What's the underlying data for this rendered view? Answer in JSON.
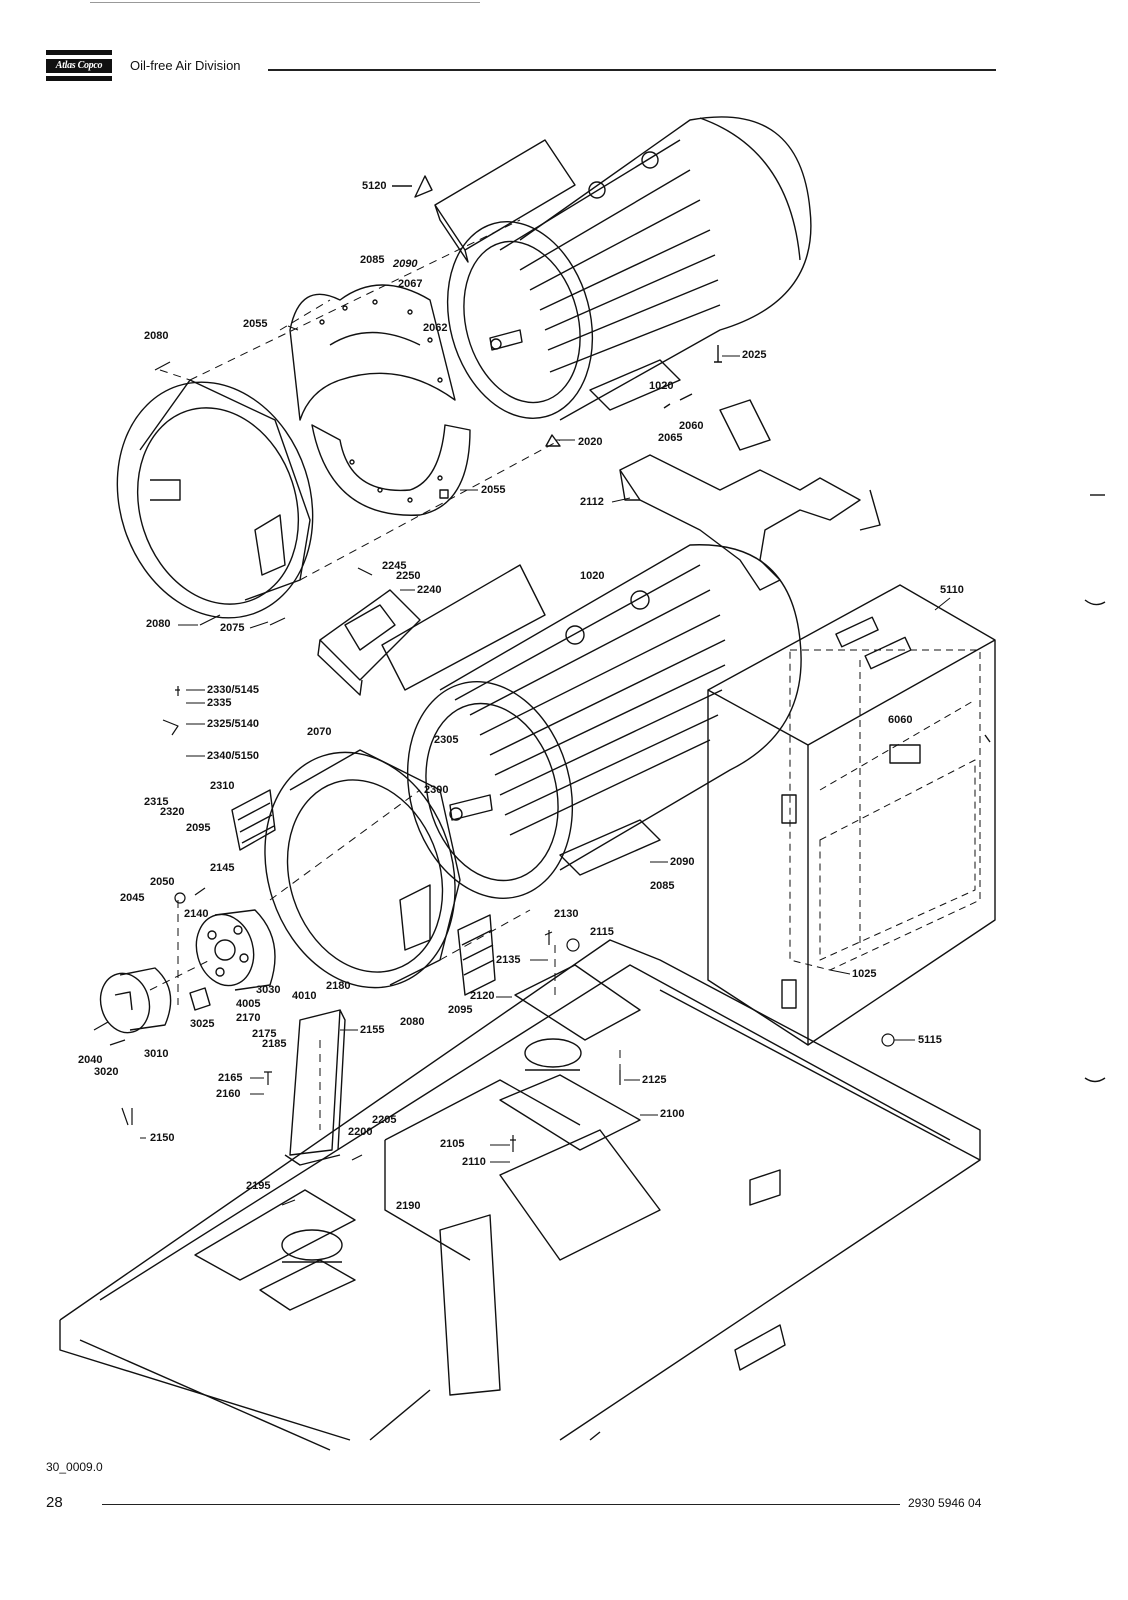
{
  "header": {
    "logo_text": "Atlas Copco",
    "division": "Oil-free Air Division"
  },
  "footer": {
    "drawing_ref": "30_0009.0",
    "page_number": "28",
    "doc_number": "2930  5946 04"
  },
  "labels": {
    "l5120": "5120",
    "l2085a": "2085",
    "l2090a": "2090",
    "l2067": "2067",
    "l2062": "2062",
    "l2055a": "2055",
    "l2080a": "2080",
    "l2025": "2025",
    "l1020a": "1020",
    "l2060": "2060",
    "l2065": "2065",
    "l2020": "2020",
    "l2055b": "2055",
    "l2112": "2112",
    "l2245": "2245",
    "l2250": "2250",
    "l2240": "2240",
    "l1020b": "1020",
    "l5110": "5110",
    "l2080b": "2080",
    "l2075": "2075",
    "l2330": "2330/5145",
    "l2335": "2335",
    "l2325": "2325/5140",
    "l2340": "2340/5150",
    "l2070": "2070",
    "l2305": "2305",
    "l2300": "2300",
    "l6060": "6060",
    "l2310": "2310",
    "l2315": "2315",
    "l2320": "2320",
    "l2095a": "2095",
    "l2145": "2145",
    "l2050": "2050",
    "l2045": "2045",
    "l2140": "2140",
    "l2090b": "2090",
    "l2085b": "2085",
    "l2130": "2130",
    "l2115": "2115",
    "l2135": "2135",
    "l1025": "1025",
    "l3030": "3030",
    "l4010": "4010",
    "l2180": "2180",
    "l4005": "4005",
    "l2170": "2170",
    "l3025": "3025",
    "l2175": "2175",
    "l2185": "2185",
    "l2155": "2155",
    "l2080c": "2080",
    "l2095b": "2095",
    "l2120": "2120",
    "l5115": "5115",
    "l2040": "2040",
    "l3020": "3020",
    "l3010": "3010",
    "l2165": "2165",
    "l2160": "2160",
    "l2125": "2125",
    "l2100": "2100",
    "l2205": "2205",
    "l2200": "2200",
    "l2105": "2105",
    "l2110": "2110",
    "l2150": "2150",
    "l2195": "2195",
    "l2190": "2190"
  }
}
